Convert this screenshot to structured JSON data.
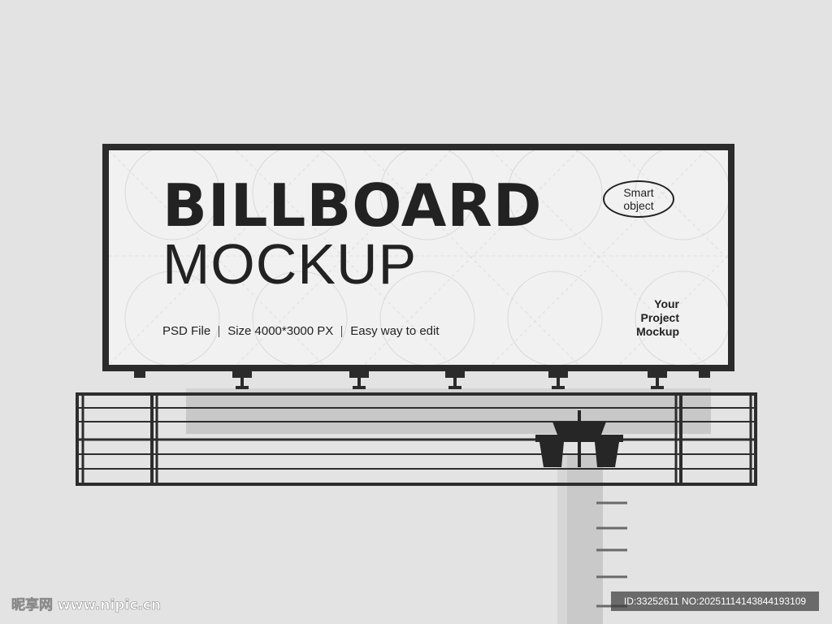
{
  "billboard": {
    "headline": "BILLBOARD",
    "subheadline": "MOCKUP",
    "info_items": [
      "PSD File",
      "Size 4000*3000 PX",
      "Easy way to edit"
    ],
    "badge_lines": [
      "Smart",
      "object"
    ],
    "corner_lines": [
      "Your",
      "Project",
      "Mockup"
    ]
  },
  "watermark": {
    "logo_text": "昵享网 www.nipic.cn",
    "id_text": "ID:33252611 NO:20251114143844193109"
  },
  "colors": {
    "background": "#e3e3e3",
    "frame": "#2b2b2b",
    "panel": "#f1f1f1",
    "ink": "#222222",
    "pole": "#c9c9c9"
  }
}
